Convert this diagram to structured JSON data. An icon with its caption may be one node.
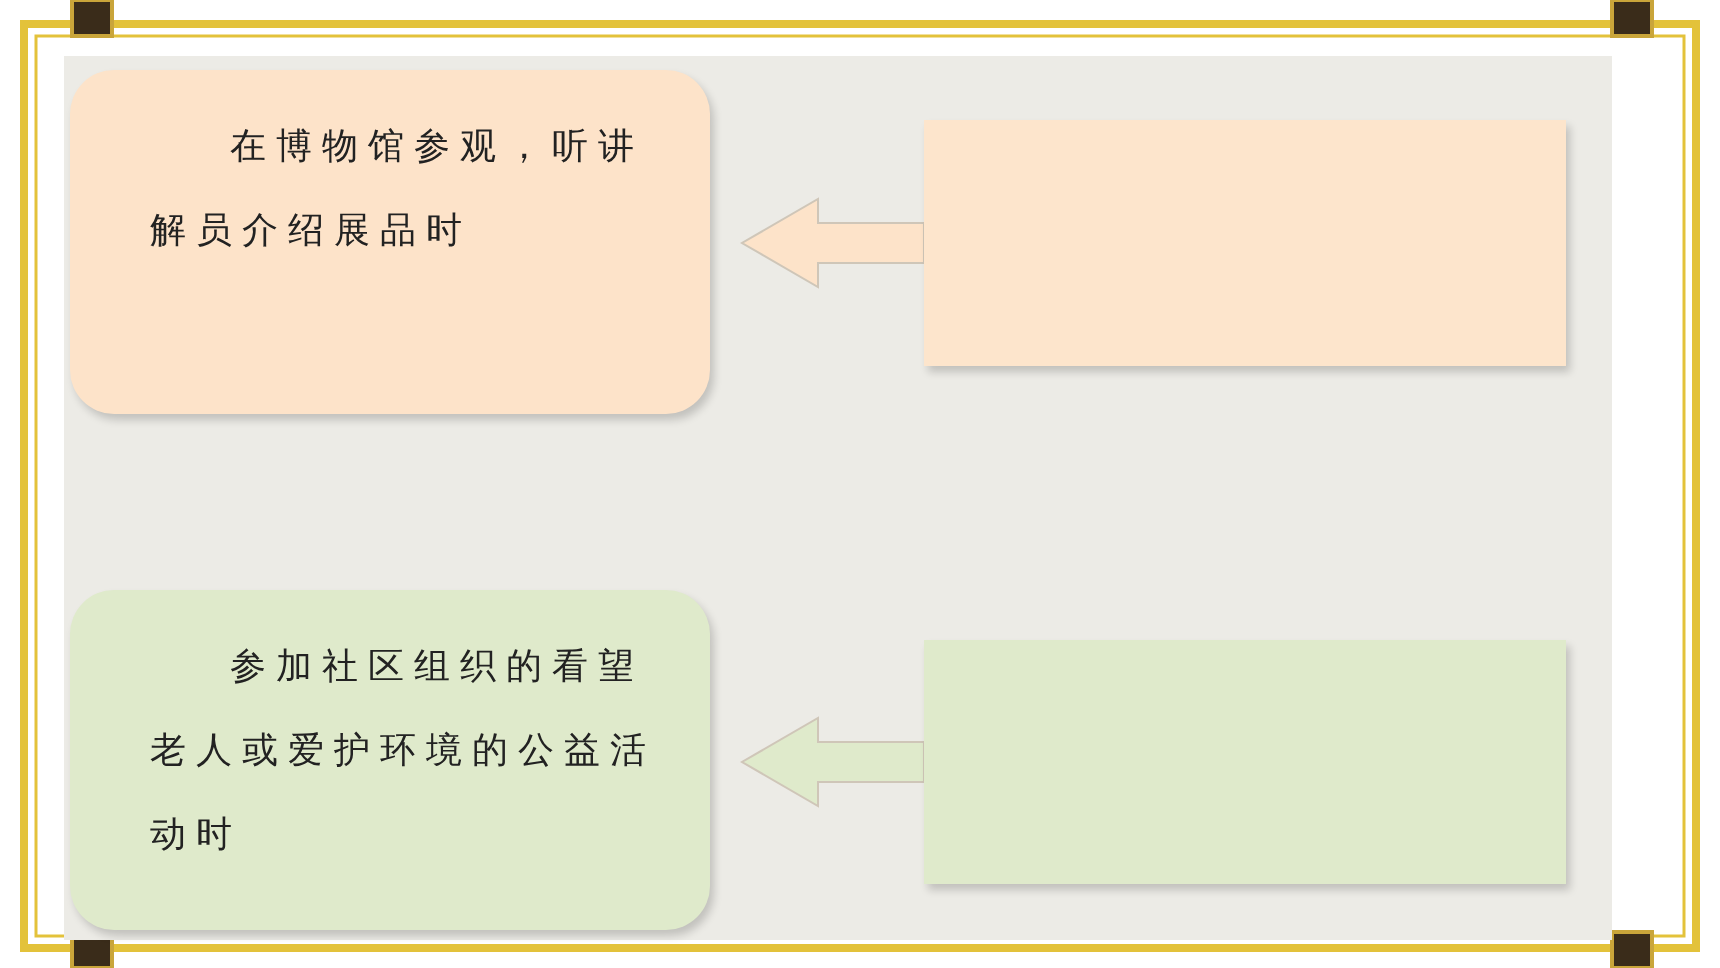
{
  "diagram": {
    "nodes": [
      {
        "text": [
          "在博物馆参观，听讲解员介绍展品时"
        ]
      },
      {
        "text": [],
        "shape": "box"
      },
      {
        "text": [
          "参加社区组织的看望老人或爱护环境的公益活动时"
        ]
      },
      {
        "text": [],
        "shape": "box"
      }
    ],
    "edges": [
      {
        "from": 1,
        "to": 0,
        "arrow": "to"
      },
      {
        "from": 3,
        "to": 2,
        "arrow": "to"
      }
    ]
  }
}
